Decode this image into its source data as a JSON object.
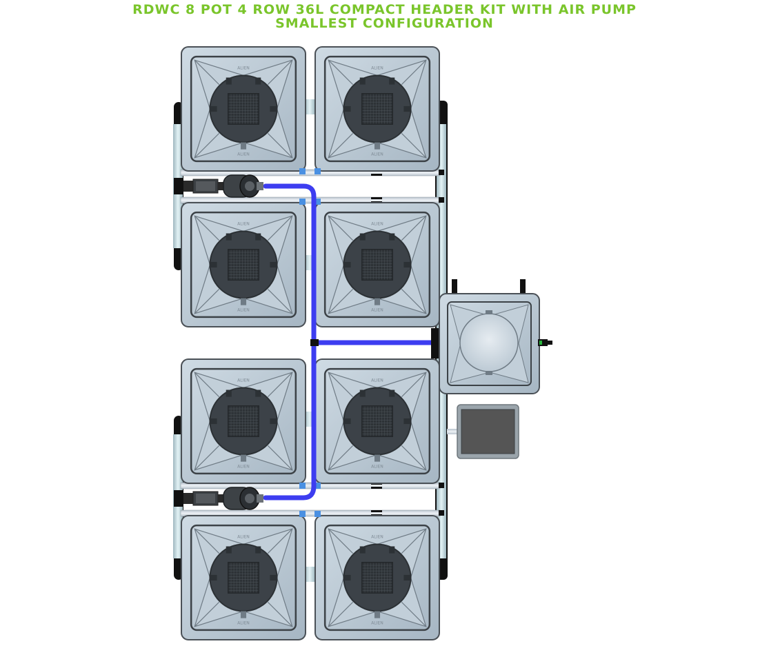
{
  "header": {
    "line1": "RDWC 8 POT 4 ROW 36L COMPACT HEADER KIT WITH AIR PUMP",
    "line2": "SMALLEST CONFIGURATION",
    "color": "#7ac52b"
  },
  "colors": {
    "pot_body": "#b7c6d2",
    "pot_dark": "#3a4045",
    "pipe_light": "#c8e0e6",
    "hose_blue": "#3d3df0",
    "connector_blue": "#4a90e2",
    "pump_screen": "#555555"
  },
  "diagram": {
    "pots": [
      {
        "id": "pot-r1-left"
      },
      {
        "id": "pot-r1-right"
      },
      {
        "id": "pot-r2-left"
      },
      {
        "id": "pot-r2-right"
      },
      {
        "id": "pot-r3-left"
      },
      {
        "id": "pot-r3-right"
      },
      {
        "id": "pot-r4-left"
      },
      {
        "id": "pot-r4-right"
      }
    ],
    "components": [
      "header-tank",
      "air-pump",
      "pump-top",
      "pump-bottom"
    ]
  }
}
